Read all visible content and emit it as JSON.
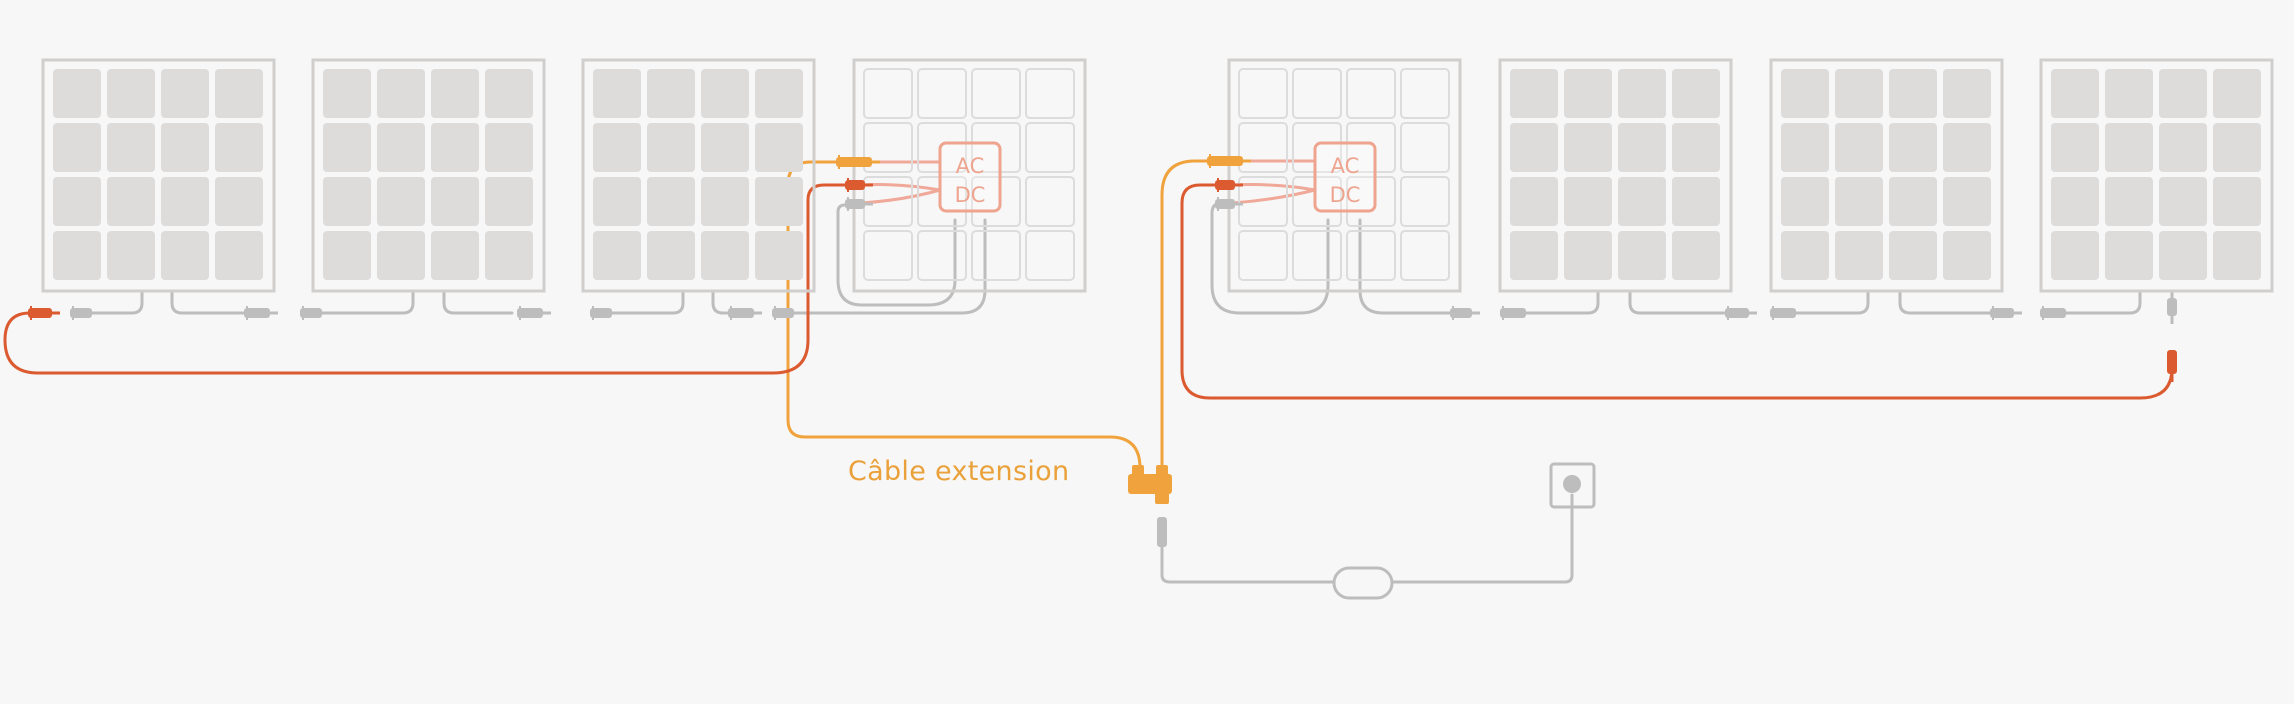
{
  "colors": {
    "background": "#f7f7f7",
    "panel_frame": "#d0cfce",
    "panel_cell": "#dedcdb",
    "faded_panel_cell": "#e8e8e8",
    "grey_cable": "#bdbdbd",
    "orange_cable": "#f0a33c",
    "red_cable": "#dc5a30",
    "inverter": "#eea48e"
  },
  "extension_cable": {
    "label": "Câble extension"
  },
  "microinverters": [
    {
      "ac_label": "AC",
      "dc_label": "DC"
    },
    {
      "ac_label": "AC",
      "dc_label": "DC"
    }
  ],
  "groups": [
    {
      "panels": 4,
      "inverter_panel_index": 3
    },
    {
      "panels": 4,
      "inverter_panel_index": 0
    }
  ],
  "icons": [
    "solar-panel-icon",
    "microinverter-icon",
    "mc4-connector-icon",
    "wall-socket-icon",
    "t-splitter-icon",
    "inline-fuse-icon"
  ]
}
